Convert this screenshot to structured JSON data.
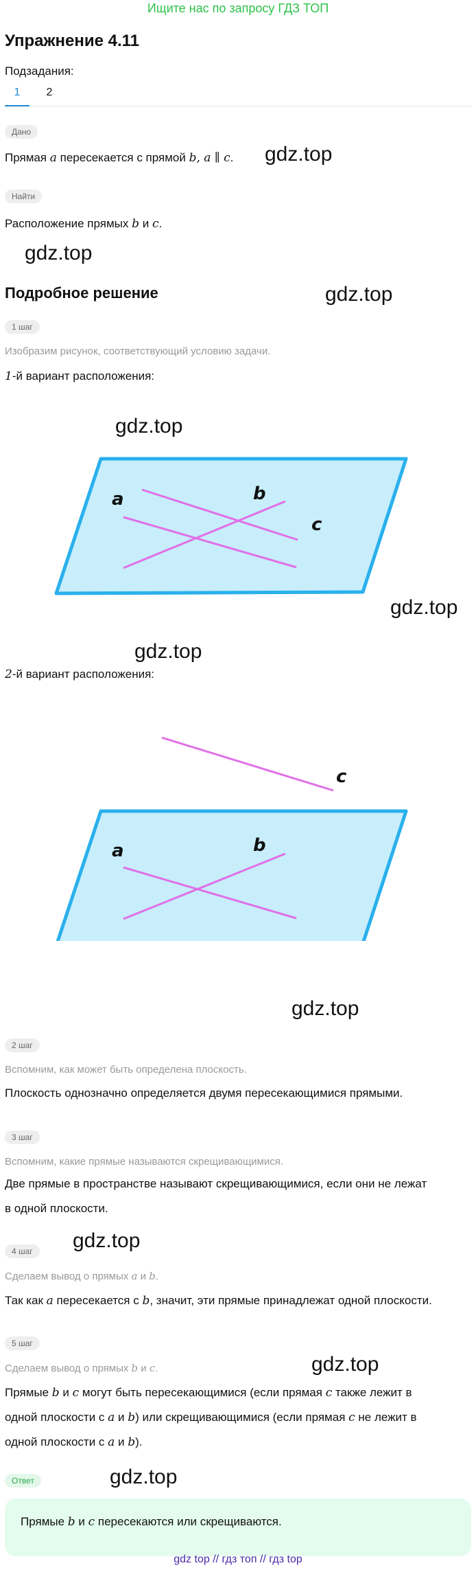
{
  "header": {
    "search_link": "Ищите нас по запросу ГДЗ ТОП"
  },
  "exercise": {
    "title": "Упражнение 4.11",
    "subtasks_label": "Подзадания:",
    "tabs": [
      "1",
      "2"
    ]
  },
  "given": {
    "chip": "Дано",
    "text_before": "Прямая ",
    "a": "a",
    "text_mid": " пересекается с прямой ",
    "b": "b",
    "rest": ", a ∥ c",
    "dot": "."
  },
  "find": {
    "chip": "Найти",
    "text_before": "Расположение прямых ",
    "b": "b",
    "and": " и ",
    "c": "c",
    "dot": "."
  },
  "solution": {
    "title": "Подробное решение",
    "steps": [
      {
        "chip": "1 шаг",
        "hint": "Изобразим рисунок, соответствующий условию задачи.",
        "variant1_num": "1",
        "variant1_text": "-й вариант расположения:",
        "variant2_num": "2",
        "variant2_text": "-й вариант расположения:"
      },
      {
        "chip": "2 шаг",
        "hint": "Вспомним, как может быть определена плоскость.",
        "text": "Плоскость однозначно определяется двумя пересекающимися прямыми."
      },
      {
        "chip": "3 шаг",
        "hint": "Вспомним, какие прямые называются скрещивающимися.",
        "text_line1": "Две прямые в пространстве называют скрещивающимися, если они не лежат",
        "text_line2": "в одной плоскости."
      },
      {
        "chip": "4 шаг",
        "hint_before": "Сделаем вывод о прямых ",
        "a": "a",
        "and": " и ",
        "b": "b",
        "dot": ".",
        "text_before": "Так как ",
        "text_mid": " пересекается с ",
        "text_after": ", значит, эти прямые принадлежат одной плоскости."
      },
      {
        "chip": "5 шаг",
        "hint_before": "Сделаем вывод о прямых ",
        "b": "b",
        "and": " и ",
        "c": "c",
        "dot": ".",
        "l1_p1": "Прямые ",
        "l1_p2": " могут быть пересекающимися (если прямая ",
        "l1_p3": " также лежит в",
        "l2_p1": "одной плоскости с ",
        "l2_p2": ") или скрещивающимися (если прямая ",
        "l2_p3": " не лежит в",
        "l3_p1": "одной плоскости с ",
        "l3_p2": ").",
        "a": "a"
      }
    ]
  },
  "answer": {
    "chip": "Ответ",
    "text_before": "Прямые ",
    "b": "b",
    "and": " и ",
    "c": "c",
    "text_after": " пересекаются или скрещиваются."
  },
  "figure_labels": {
    "a": "a",
    "b": "b",
    "c": "c"
  },
  "watermark": "gdz.top",
  "footer": "gdz top  //  гдз топ  //  гдз top",
  "colors": {
    "accent": "#1e88d6",
    "plane_fill": "#c8eefc",
    "plane_stroke": "#2ab0ec",
    "line": "#e070e6",
    "green": "#2ec24a",
    "footer": "#4b2aa8"
  }
}
